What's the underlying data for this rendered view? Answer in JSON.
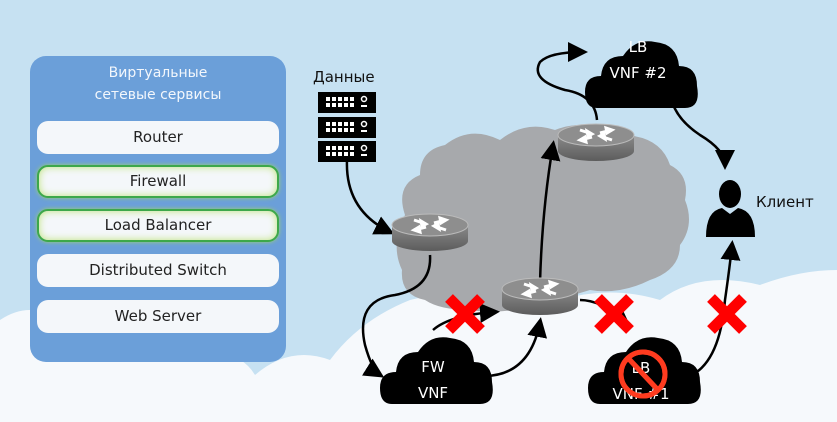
{
  "panel": {
    "title_line1": "Виртуальные",
    "title_line2": "сетевые сервисы",
    "services": [
      {
        "label": "Router",
        "highlighted": false
      },
      {
        "label": "Firewall",
        "highlighted": true
      },
      {
        "label": "Load Balancer",
        "highlighted": true
      },
      {
        "label": "Distributed Switch",
        "highlighted": false
      },
      {
        "label": "Web Server",
        "highlighted": false
      }
    ]
  },
  "diagram": {
    "data_label": "Данные",
    "client_label": "Клиент",
    "fw_vnf": {
      "line1": "FW",
      "line2": "VNF"
    },
    "lb_vnf2": {
      "line1": "LB",
      "line2": "VNF #2"
    },
    "lb_vnf1": {
      "line1": "LB",
      "line2": "VNF #1",
      "status": "disabled"
    },
    "failed_links": 3
  },
  "colors": {
    "background": "#c6e1f2",
    "panel": "#6b9fd9",
    "highlight": "#3da84a",
    "network_cloud": "#a7a9ac",
    "fail_mark": "#ff0000"
  }
}
